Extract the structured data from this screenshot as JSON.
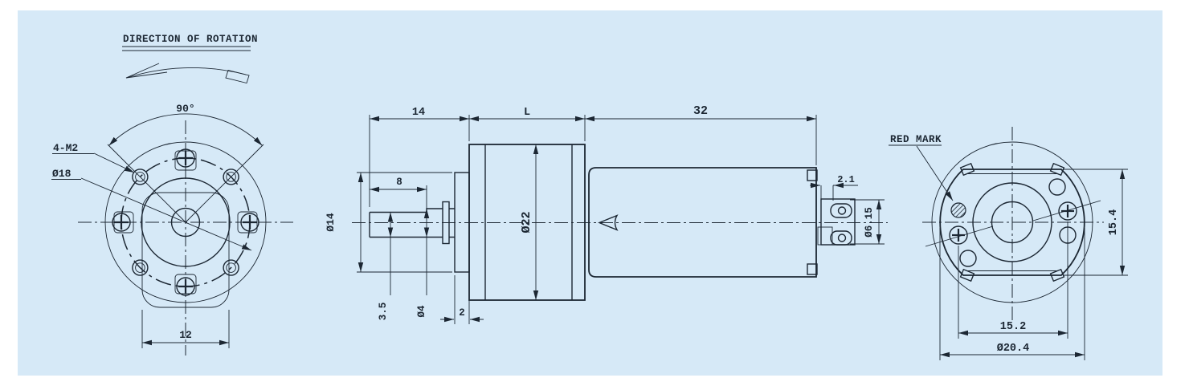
{
  "colors": {
    "panel_bg": "#d6e9f7",
    "line": "#1c2733"
  },
  "rotation_note": {
    "title": "DIRECTION OF ROTATION"
  },
  "front_view": {
    "angle_dim": "90°",
    "thread_callout": "4-M2",
    "bolt_circle_dim": "Ø18",
    "flat_width_dim": "12"
  },
  "side_view": {
    "shaft_extension_dim": "14",
    "gearbox_length_dim": "L",
    "motor_length_dim": "32",
    "flat_length_dim": "8",
    "pilot_dia_dim": "Ø14",
    "flat_height_dim": "3.5",
    "shaft_dia_dim": "Ø4",
    "pilot_depth_dim": "2",
    "gearbox_dia_dim": "Ø22",
    "terminal_offset_dim": "2.1",
    "terminal_pitch_dim": "Ø6.15"
  },
  "rear_view": {
    "red_mark_label": "RED MARK",
    "across_flats_dim": "15.4",
    "screw_pitch_dim": "15.2",
    "body_dia_dim": "Ø20.4"
  }
}
